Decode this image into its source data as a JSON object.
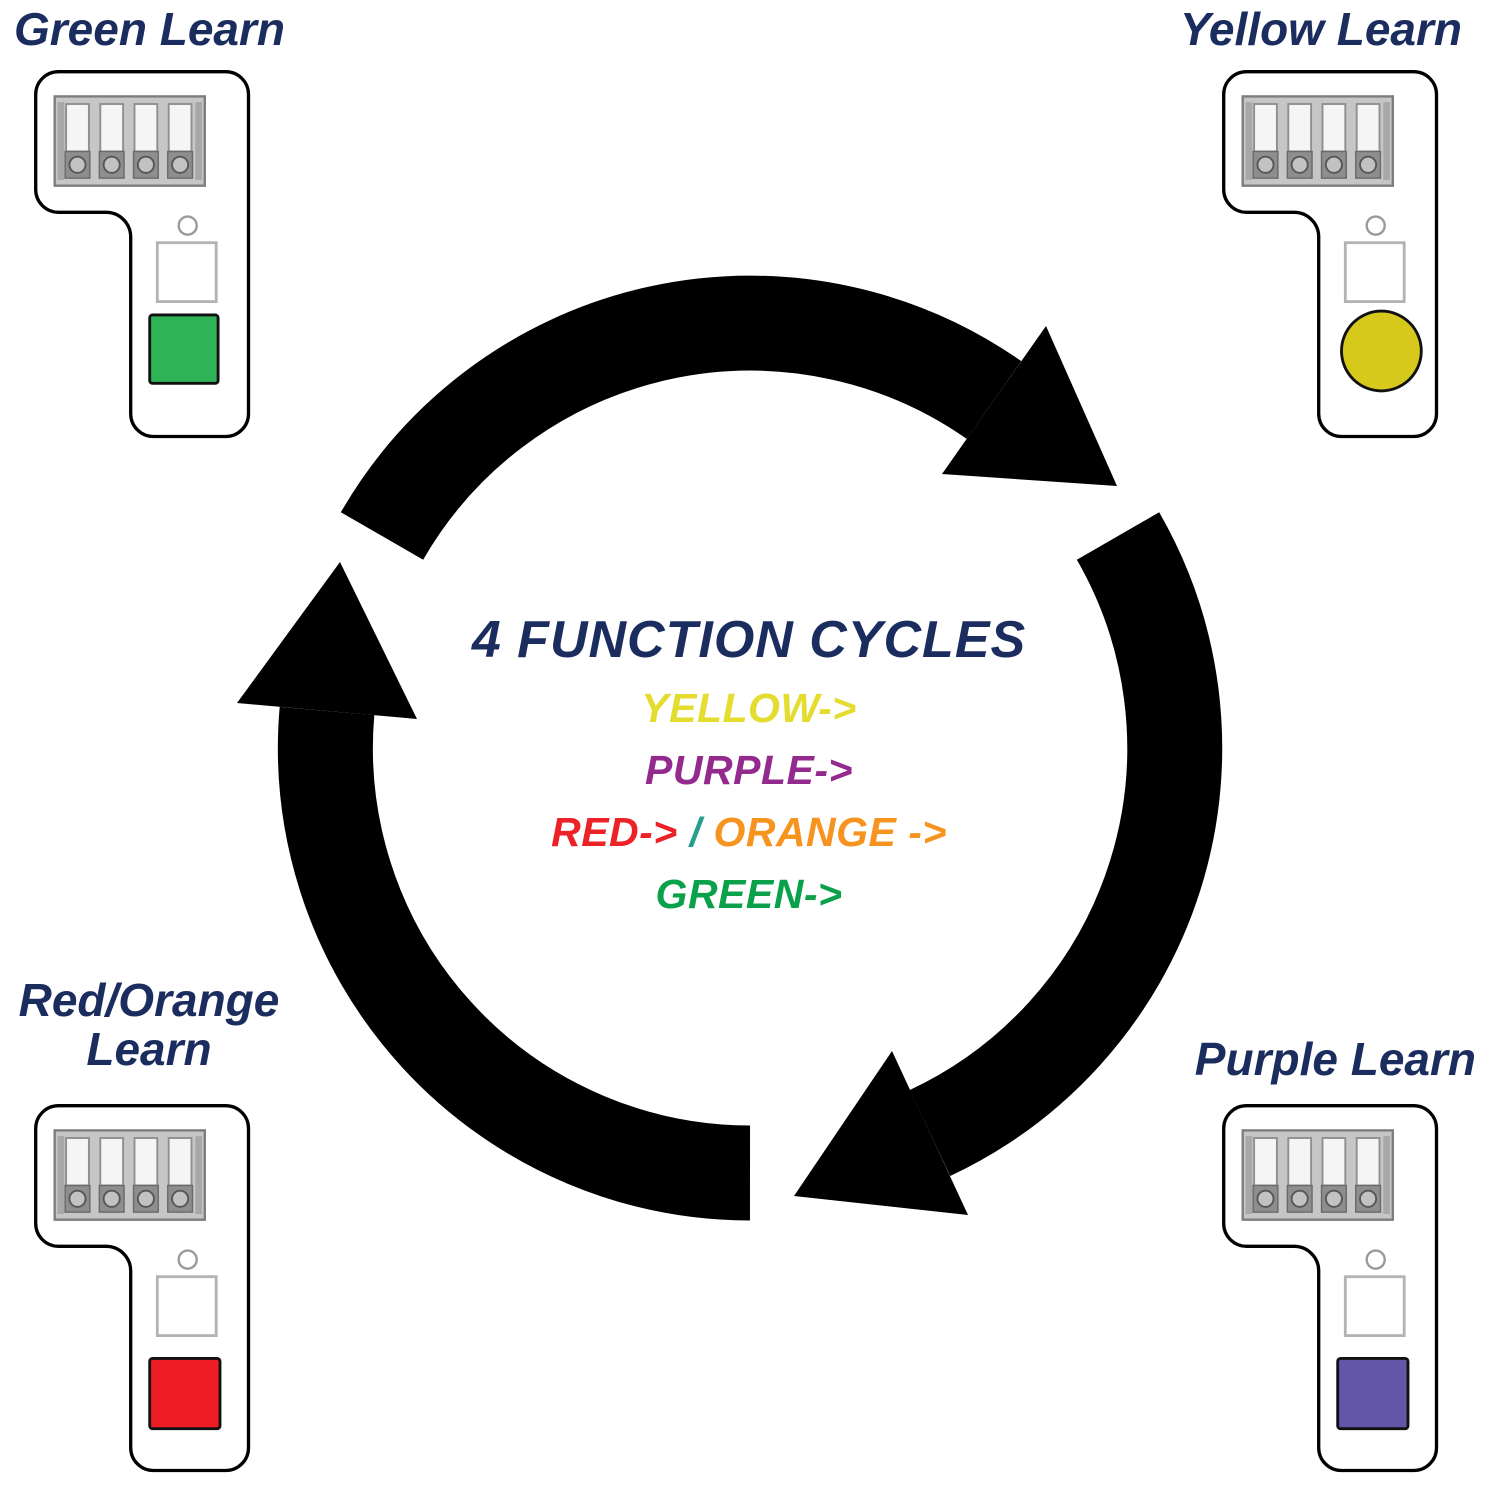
{
  "center": {
    "title": "4 FUNCTION CYCLES",
    "title_color": "#1b2d5e",
    "lines": [
      {
        "segments": [
          {
            "text": "YELLOW->",
            "color": "#e4dc2e"
          }
        ]
      },
      {
        "segments": [
          {
            "text": "PURPLE->",
            "color": "#942a8e"
          }
        ]
      },
      {
        "segments": [
          {
            "text": "RED->",
            "color": "#ec2227"
          },
          {
            "text": " / ",
            "color": "#2a9d8f"
          },
          {
            "text": "ORANGE ->",
            "color": "#f79420"
          }
        ]
      },
      {
        "segments": [
          {
            "text": "GREEN->",
            "color": "#0ba14b"
          }
        ]
      }
    ]
  },
  "arrows": {
    "color": "#000000",
    "direction": "clockwise",
    "segment_count": 3
  },
  "labels_color": "#1b2d5e",
  "devices": [
    {
      "label": "Green Learn",
      "button_color": "#2eb457",
      "button_shape": "square",
      "position": "top-left"
    },
    {
      "label": "Yellow Learn",
      "button_color": "#d7c91c",
      "button_shape": "circle",
      "position": "top-right"
    },
    {
      "label": "Red/Orange Learn",
      "label_lines": [
        "Red/Orange",
        "Learn"
      ],
      "button_color": "#ee1c25",
      "button_shape": "square",
      "position": "bottom-left"
    },
    {
      "label": "Purple Learn",
      "button_color": "#6355a8",
      "button_shape": "square",
      "position": "bottom-right"
    }
  ]
}
